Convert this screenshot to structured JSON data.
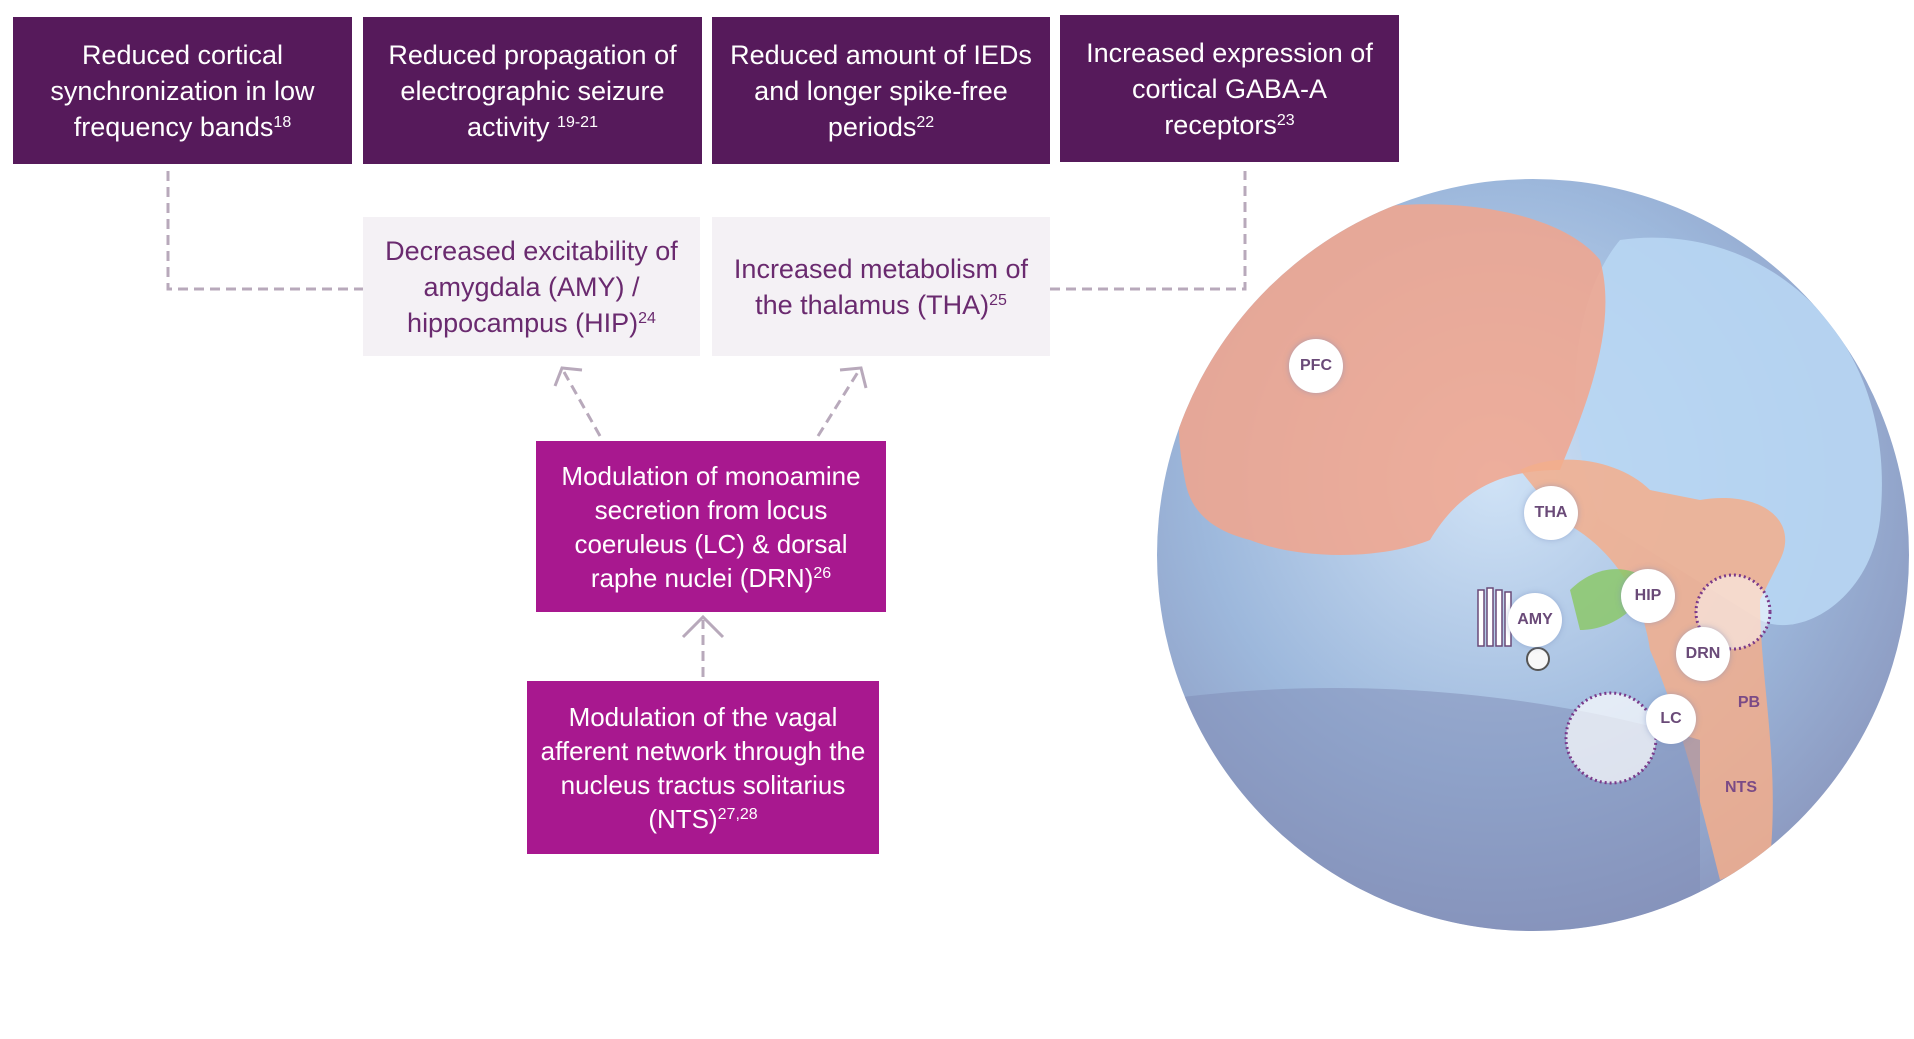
{
  "outcomes": [
    {
      "text": "Reduced cortical synchronization in low frequency bands",
      "ref": "18"
    },
    {
      "text": "Reduced propagation of electrographic seizure activity ",
      "ref": "19-21"
    },
    {
      "text": "Reduced amount of IEDs and longer spike-free periods",
      "ref": "22"
    },
    {
      "text": "Increased expression of cortical GABA-A receptors",
      "ref": "23"
    }
  ],
  "effects": [
    {
      "text": "Decreased excitability of amygdala (AMY) / hippocampus (HIP)",
      "ref": "24"
    },
    {
      "text": "Increased metabolism of the thalamus (THA)",
      "ref": "25"
    }
  ],
  "mechanisms": [
    {
      "text": "Modulation of monoamine secretion from locus coeruleus (LC) & dorsal raphe nuclei (DRN)",
      "ref": "26"
    },
    {
      "text": "Modulation of the vagal afferent network through the nucleus tractus solitarius (NTS)",
      "ref": "27,28"
    }
  ],
  "brain_labels": {
    "pfc": "PFC",
    "tha": "THA",
    "hip": "HIP",
    "amy": "AMY",
    "drn": "DRN",
    "lc": "LC",
    "pb": "PB",
    "nts": "NTS"
  },
  "colors": {
    "dark": "#561a5b",
    "magenta": "#a8188f",
    "light": "#f4f1f5",
    "dash": "#b8a9bb"
  }
}
